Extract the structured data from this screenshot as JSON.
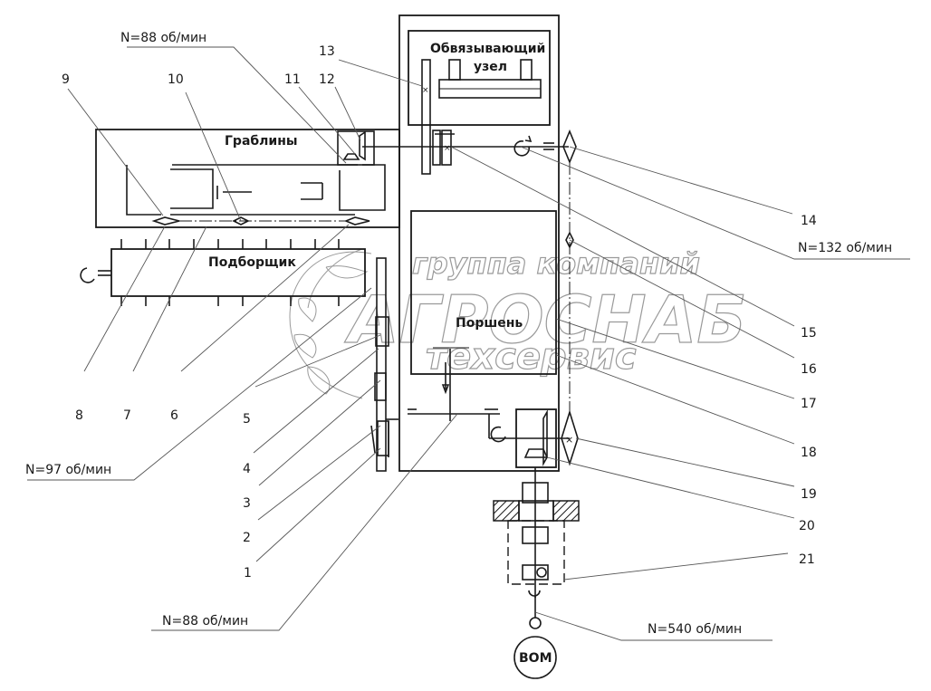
{
  "diagram": {
    "title": "Кинематическая схема пресс-подборщика",
    "blocks": {
      "rakes": "Граблины",
      "pickup": "Подборщик",
      "knotter_line1": "Обвязывающий",
      "knotter_line2": "узел",
      "piston": "Поршень",
      "pto": "ВОМ"
    },
    "speeds": {
      "rakes_drive": "N=88 об/мин",
      "knotter_drive": "N=132 об/мин",
      "pickup_drive": "N=97 об/мин",
      "piston_drive": "N=88 об/мин",
      "pto_input": "N=540 об/мин"
    },
    "callouts": [
      "1",
      "2",
      "3",
      "4",
      "5",
      "6",
      "7",
      "8",
      "9",
      "10",
      "11",
      "12",
      "13",
      "14",
      "15",
      "16",
      "17",
      "18",
      "19",
      "20",
      "21"
    ],
    "watermark": {
      "line1": "группа компаний",
      "line2": "АГРОСНАБ",
      "line3": "техсервис"
    }
  }
}
